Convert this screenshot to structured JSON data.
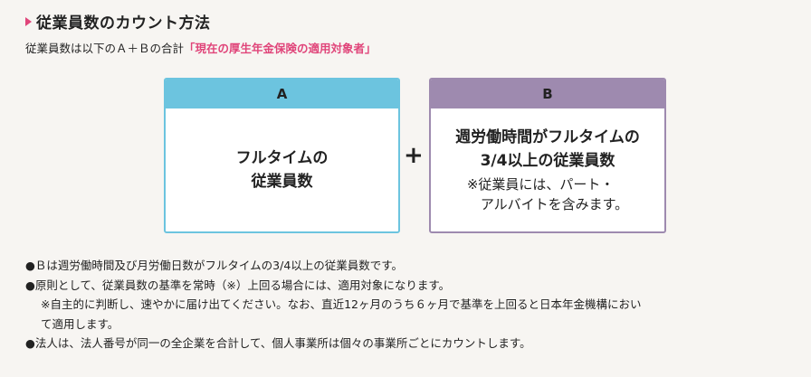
{
  "title": "従業員数のカウント方法",
  "subtitle": {
    "prefix": "従業員数は以下のＡ＋Ｂの合計",
    "highlight": "「現在の厚生年金保険の適用対象者」"
  },
  "box_a": {
    "header": "A",
    "line1": "フルタイムの",
    "line2": "従業員数"
  },
  "plus": "+",
  "box_b": {
    "header": "B",
    "line1": "週労働時間がフルタイムの",
    "line2": "3/4以上の従業員数",
    "note1": "※従業員には、パート・",
    "note2": "　アルバイトを含みます。"
  },
  "notes": [
    "●Ｂは週労働時間及び月労働日数がフルタイムの3/4以上の従業員数です。",
    "●原則として、従業員数の基準を常時（※）上回る場合には、適用対象になります。",
    "※自主的に判断し、速やかに届け出てください。なお、直近12ヶ月のうち６ヶ月で基準を上回ると日本年金機構におい",
    "て適用します。",
    "●法人は、法人番号が同一の全企業を合計して、個人事業所は個々の事業所ごとにカウントします。"
  ],
  "colors": {
    "accent": "#e0457a",
    "a": "#6cc4df",
    "b": "#9e8aaf"
  }
}
